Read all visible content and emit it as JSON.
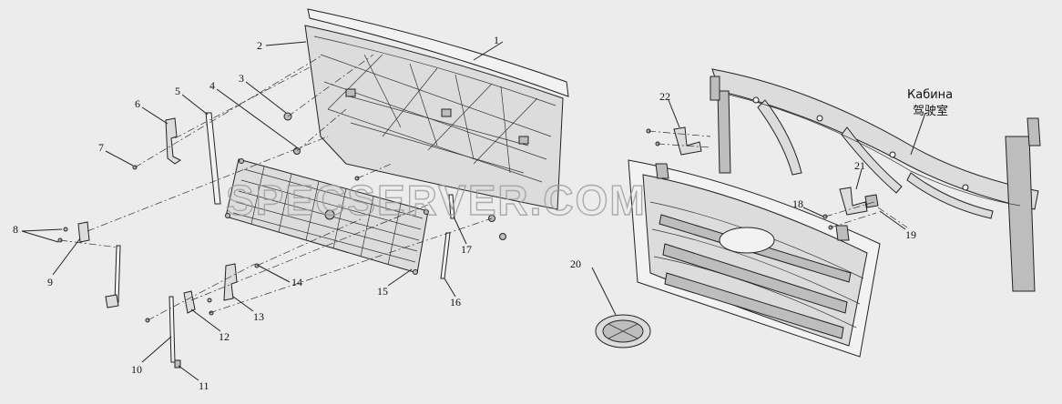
{
  "callouts": [
    {
      "id": "1",
      "text": "1"
    },
    {
      "id": "2",
      "text": "2"
    },
    {
      "id": "3",
      "text": "3"
    },
    {
      "id": "4",
      "text": "4"
    },
    {
      "id": "5",
      "text": "5"
    },
    {
      "id": "6",
      "text": "6"
    },
    {
      "id": "7",
      "text": "7"
    },
    {
      "id": "8",
      "text": "8"
    },
    {
      "id": "9",
      "text": "9"
    },
    {
      "id": "10",
      "text": "10"
    },
    {
      "id": "11",
      "text": "11"
    },
    {
      "id": "12",
      "text": "12"
    },
    {
      "id": "13",
      "text": "13"
    },
    {
      "id": "14",
      "text": "14"
    },
    {
      "id": "15",
      "text": "15"
    },
    {
      "id": "16",
      "text": "16"
    },
    {
      "id": "17",
      "text": "17"
    },
    {
      "id": "18",
      "text": "18"
    },
    {
      "id": "19",
      "text": "19"
    },
    {
      "id": "20",
      "text": "20"
    },
    {
      "id": "21",
      "text": "21"
    },
    {
      "id": "22",
      "text": "22"
    }
  ],
  "cabin_label": {
    "ru": "Кабина",
    "zh": "驾驶室"
  },
  "watermark": "SPECSERVER.COM",
  "colors": {
    "line": "#222222",
    "part_fill": "#dcdcdc",
    "background": "#ececec"
  }
}
